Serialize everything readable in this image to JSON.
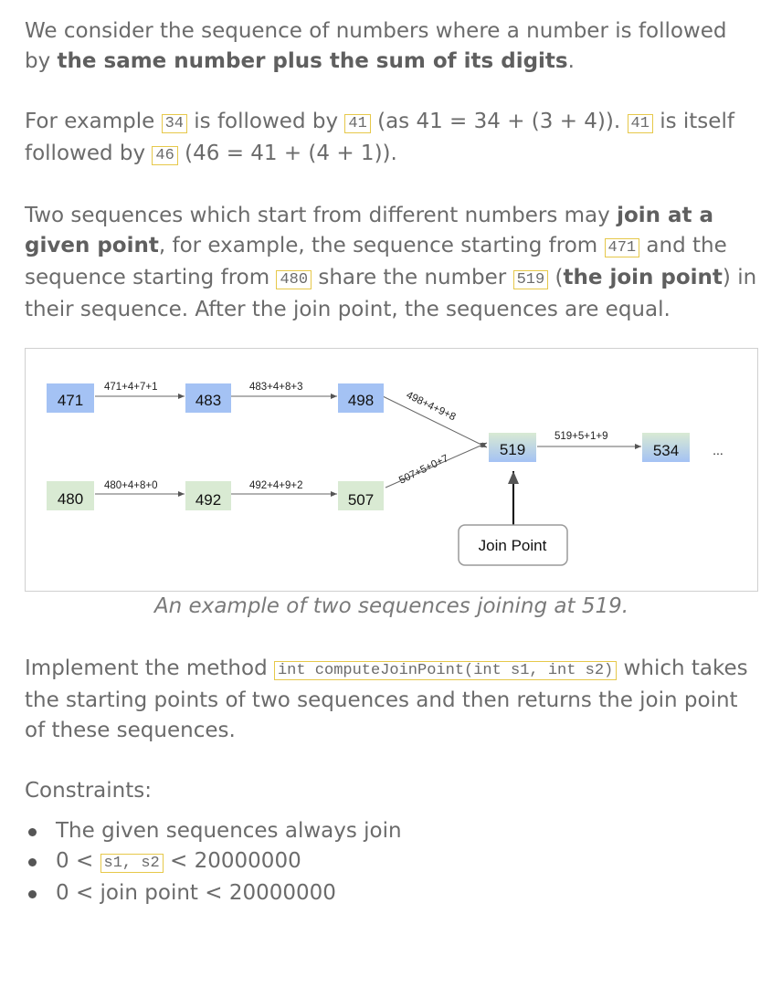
{
  "para1": {
    "text": "We consider the sequence of numbers where a number is followed by ",
    "bold": "the same number plus the sum of its digits",
    "end": "."
  },
  "para2": {
    "t1": "For example ",
    "c1": "34",
    "t2": " is followed by ",
    "c2": "41",
    "t3": " (as 41 = 34 + (3 + 4)). ",
    "c3": "41",
    "t4": " is itself followed by ",
    "c4": "46",
    "t5": " (46 = 41 + (4 + 1))."
  },
  "para3": {
    "t1": "Two sequences which start from different numbers may ",
    "b1": "join at a given point",
    "t2": ", for example, the sequence starting from ",
    "c1": "471",
    "t3": " and the sequence starting from ",
    "c2": "480",
    "t4": " share the number ",
    "c3": "519",
    "t5": " (",
    "b2": "the join point",
    "t6": ") in their sequence. After the join point, the sequences are equal."
  },
  "figure": {
    "nodes": {
      "n471": "471",
      "n483": "483",
      "n498": "498",
      "n480": "480",
      "n492": "492",
      "n507": "507",
      "n519": "519",
      "n534": "534",
      "ellipsis": "..."
    },
    "edges": {
      "e471": "471+4+7+1",
      "e483": "483+4+8+3",
      "e498": "498+4+9+8",
      "e480": "480+4+8+0",
      "e492": "492+4+9+2",
      "e507": "507+5+0+7",
      "e519": "519+5+1+9"
    },
    "join_label": "Join Point",
    "colors": {
      "blue": "#a4c2f4",
      "green": "#d9ead3",
      "mixed": "#cfe2f3"
    }
  },
  "caption": "An example of two sequences joining at 519.",
  "para4": {
    "t1": "Implement the method ",
    "c1": "int computeJoinPoint(int s1, int s2)",
    "t2": " which takes the starting points of two sequences and then returns the join point of these sequences."
  },
  "constraints_label": "Constraints:",
  "constraints": {
    "c1": "The given sequences always join",
    "c2_pre": "0 < ",
    "c2_code": "s1, s2",
    "c2_post": " < 20000000",
    "c3": "0 < join point < 20000000"
  }
}
